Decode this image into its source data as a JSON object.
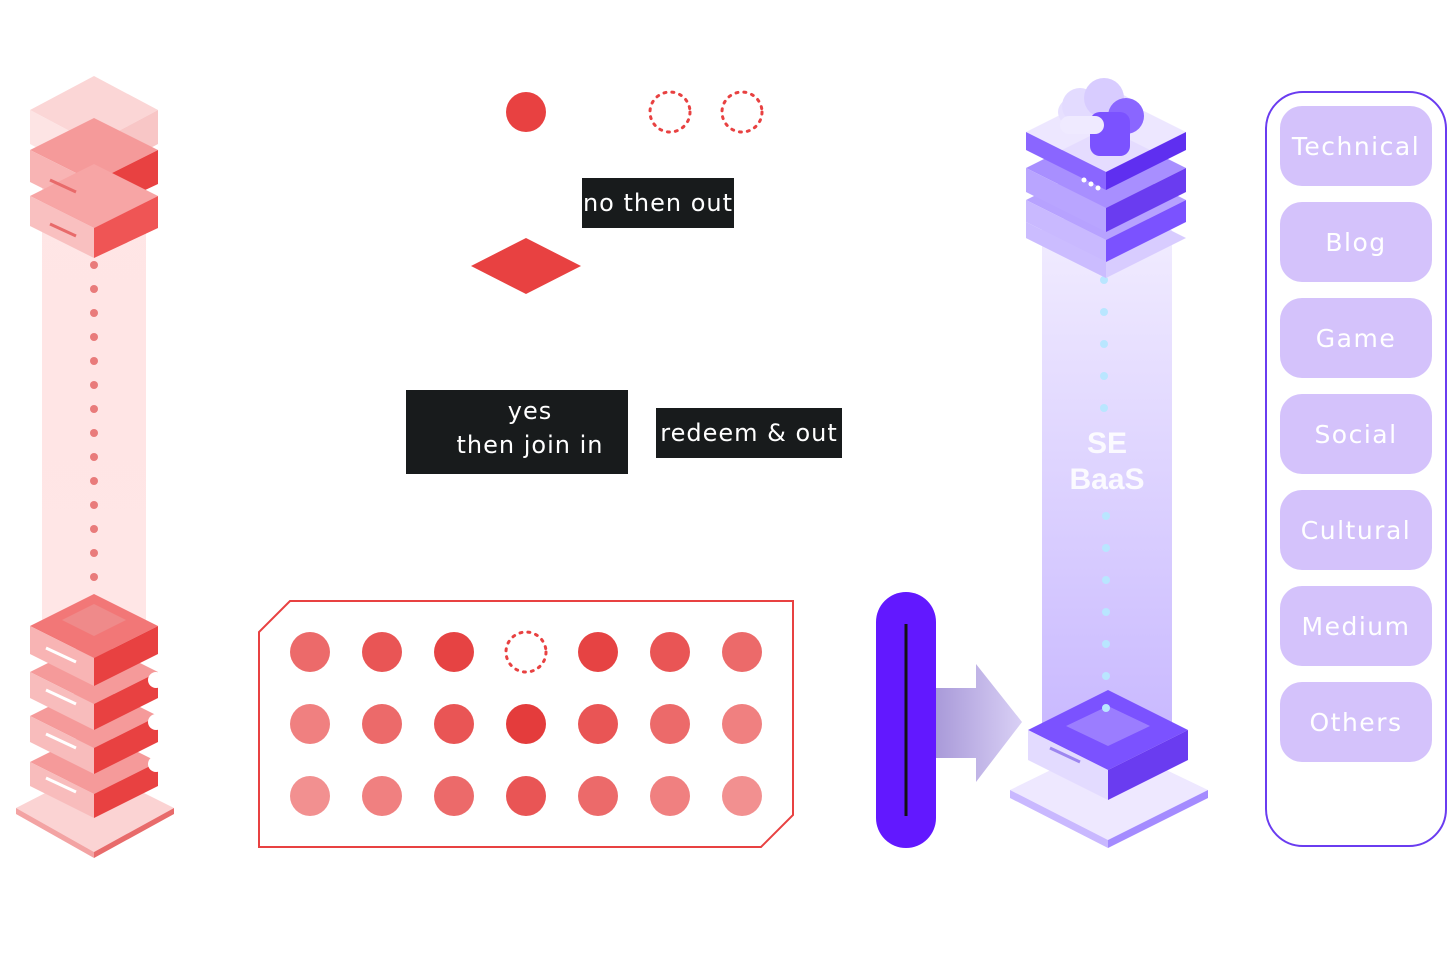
{
  "labels": {
    "no_then_out": "no then out",
    "yes_line1": "yes",
    "yes_line2": "then join in",
    "redeem_out": "redeem & out"
  },
  "tower": {
    "line1": "SE",
    "line2": "BaaS"
  },
  "categories": [
    "Technical",
    "Blog",
    "Game",
    "Social",
    "Cultural",
    "Medium",
    "Others"
  ],
  "colors": {
    "red": "#e84141",
    "purple": "#6218ff",
    "lavender": "#d4c2fb",
    "dark_label": "#181b1c"
  }
}
